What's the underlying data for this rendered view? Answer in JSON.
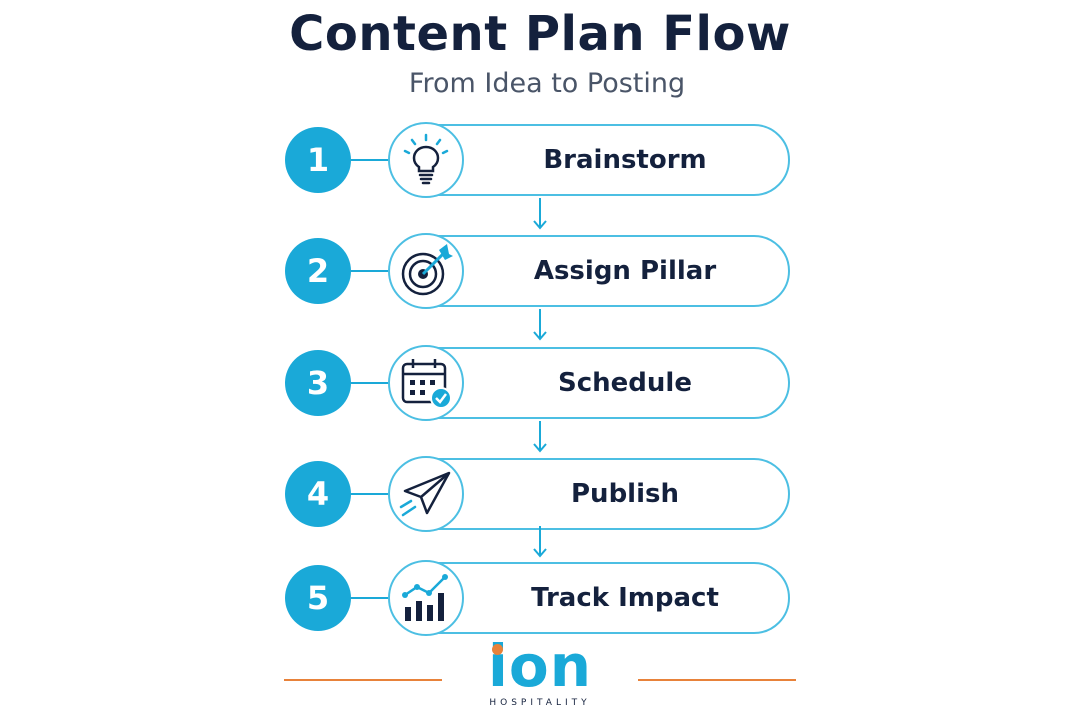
{
  "header": {
    "title": "Content Plan Flow",
    "subtitle": "From Idea to Posting"
  },
  "steps": [
    {
      "number": "1",
      "label": "Brainstorm",
      "icon": "lightbulb-icon"
    },
    {
      "number": "2",
      "label": "Assign Pillar",
      "icon": "target-icon"
    },
    {
      "number": "3",
      "label": "Schedule",
      "icon": "calendar-check-icon"
    },
    {
      "number": "4",
      "label": "Publish",
      "icon": "paper-plane-icon"
    },
    {
      "number": "5",
      "label": "Track Impact",
      "icon": "bar-chart-trend-icon"
    }
  ],
  "logo": {
    "name": "ion",
    "tagline": "HOSPITALITY"
  },
  "colors": {
    "accent": "#1aa9d8",
    "outline": "#4cbfe3",
    "text": "#14213d",
    "logo_dot_and_lines": "#e8823a"
  }
}
